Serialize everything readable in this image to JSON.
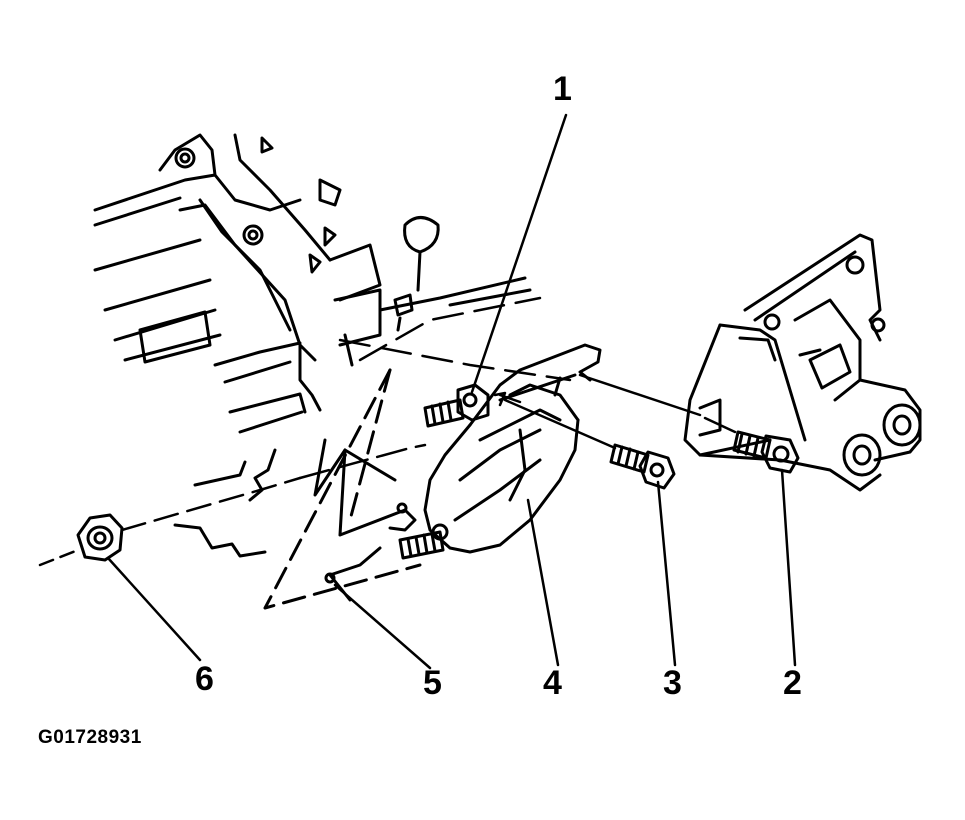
{
  "diagram": {
    "callouts": [
      {
        "id": "1",
        "label": "1"
      },
      {
        "id": "2",
        "label": "2"
      },
      {
        "id": "3",
        "label": "3"
      },
      {
        "id": "4",
        "label": "4"
      },
      {
        "id": "5",
        "label": "5"
      },
      {
        "id": "6",
        "label": "6"
      }
    ],
    "figure_id": "G01728931",
    "colors": {
      "ink": "#000000",
      "paper": "#ffffff"
    }
  }
}
